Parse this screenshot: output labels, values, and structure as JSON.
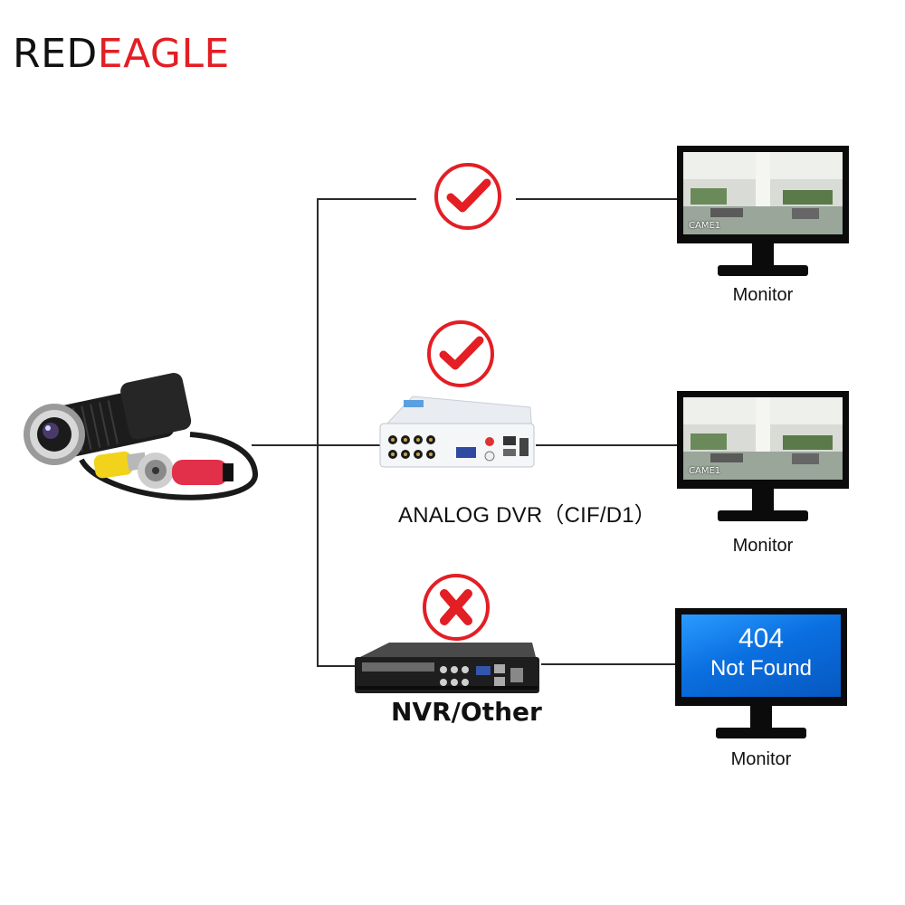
{
  "brand": {
    "part1": "RED",
    "part2": "EAGLE"
  },
  "camera": {
    "name": "pinhole-door-camera"
  },
  "rows": [
    {
      "status": "ok",
      "status_icon": "check-icon",
      "device_label": "",
      "monitor": {
        "label": "Monitor",
        "screen": "office",
        "overlay": "CAME1"
      }
    },
    {
      "status": "ok",
      "status_icon": "check-icon",
      "device_label": "ANALOG DVR（CIF/D1）",
      "monitor": {
        "label": "Monitor",
        "screen": "office",
        "overlay": "CAME1"
      }
    },
    {
      "status": "fail",
      "status_icon": "cross-icon",
      "device_label": "NVR/Other",
      "monitor": {
        "label": "Monitor",
        "screen": "error",
        "error_code": "404",
        "error_text": "Not Found"
      }
    }
  ],
  "colors": {
    "brand_red": "#e31e24",
    "status_red": "#e31e24",
    "error_blue": "#0a6fe0"
  }
}
